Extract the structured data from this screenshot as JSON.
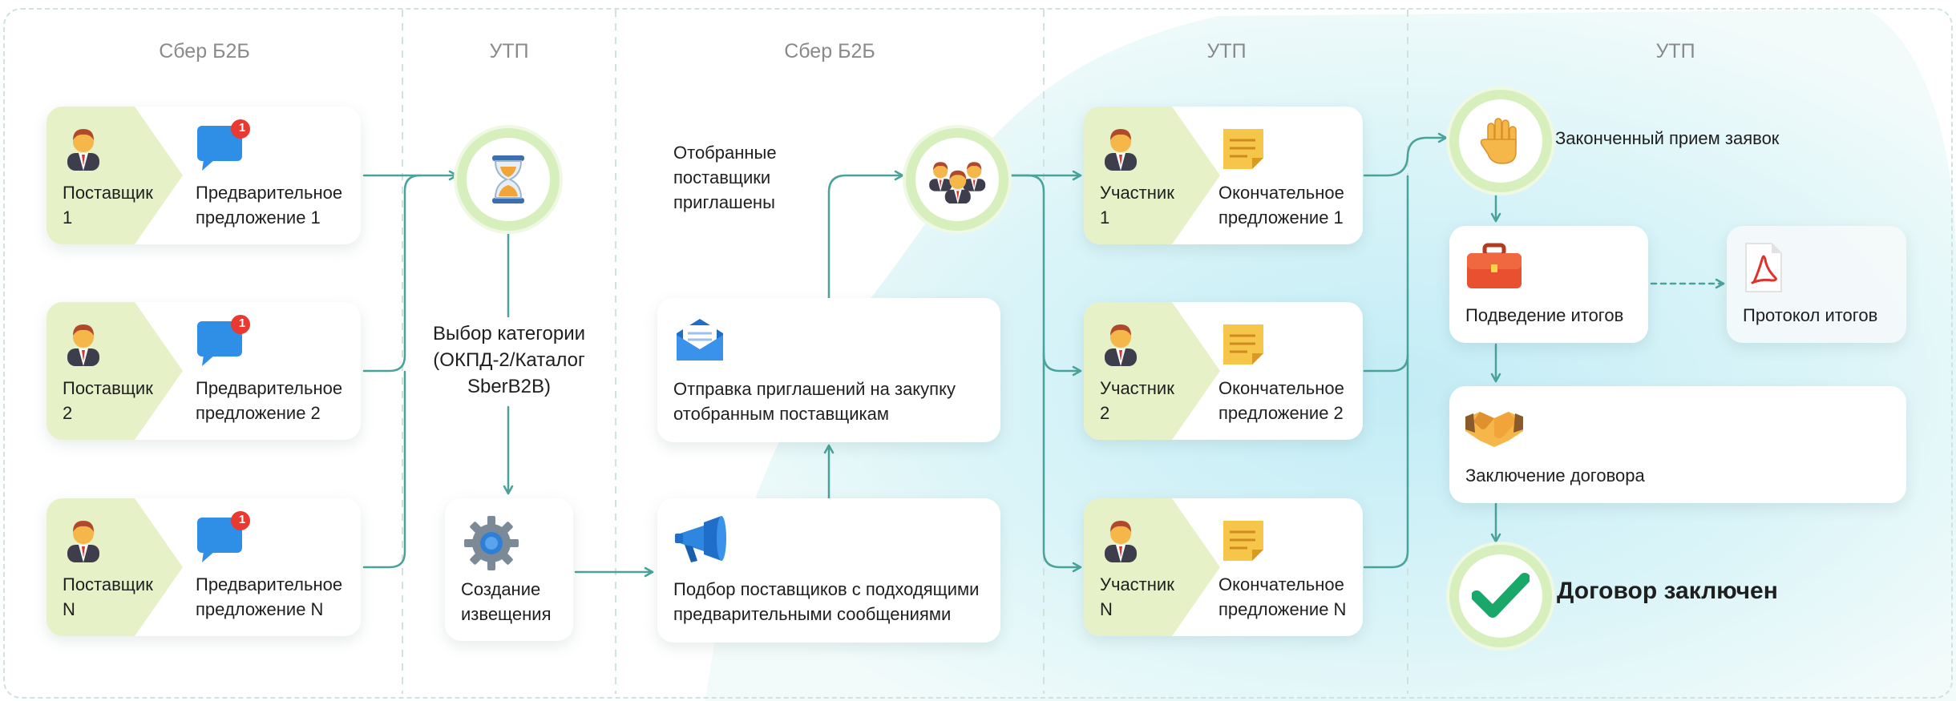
{
  "lanes": [
    "Сбер Б2Б",
    "УТП",
    "Сбер Б2Б",
    "УТП",
    "УТП"
  ],
  "suppliers": [
    {
      "role": "Поставщик",
      "num": "1",
      "badge": "1",
      "offer_l1": "Предварительное",
      "offer_l2": "предложение 1"
    },
    {
      "role": "Поставщик",
      "num": "2",
      "badge": "1",
      "offer_l1": "Предварительное",
      "offer_l2": "предложение 2"
    },
    {
      "role": "Поставщик",
      "num": "N",
      "badge": "1",
      "offer_l1": "Предварительное",
      "offer_l2": "предложение N"
    }
  ],
  "category": {
    "l1": "Выбор категории",
    "l2": "(ОКПД-2/Каталог",
    "l3": "SberB2B)"
  },
  "notice": {
    "l1": "Создание",
    "l2": "извещения"
  },
  "selected": {
    "l1": "Отобранные",
    "l2": "поставщики",
    "l3": "приглашены"
  },
  "invite": {
    "l1": "Отправка приглашений на закупку",
    "l2": "отобранным поставщикам"
  },
  "selection": {
    "l1": "Подбор поставщиков с подходящими",
    "l2": "предварительными сообщениями"
  },
  "participants": [
    {
      "role": "Участник",
      "num": "1",
      "offer_l1": "Окончательное",
      "offer_l2": "предложение 1"
    },
    {
      "role": "Участник",
      "num": "2",
      "offer_l1": "Окончательное",
      "offer_l2": "предложение 2"
    },
    {
      "role": "Участник",
      "num": "N",
      "offer_l1": "Окончательное",
      "offer_l2": "предложение N"
    }
  ],
  "closed": "Законченный прием заявок",
  "summary": "Подведение итогов",
  "protocol": "Протокол итогов",
  "contract": "Заключение договора",
  "signed": "Договор заключен",
  "colors": {
    "connector": "#4aa39a",
    "green_panel": "#e7f1c8",
    "ring": "#d7efbd",
    "blob": "#d6f3f8"
  },
  "icons": [
    "person-icon",
    "chat-badge-icon",
    "hourglass-icon",
    "gear-icon",
    "megaphone-icon",
    "envelope-icon",
    "group-icon",
    "note-icon",
    "hand-stop-icon",
    "briefcase-icon",
    "pdf-icon",
    "handshake-icon",
    "checkmark-icon"
  ]
}
